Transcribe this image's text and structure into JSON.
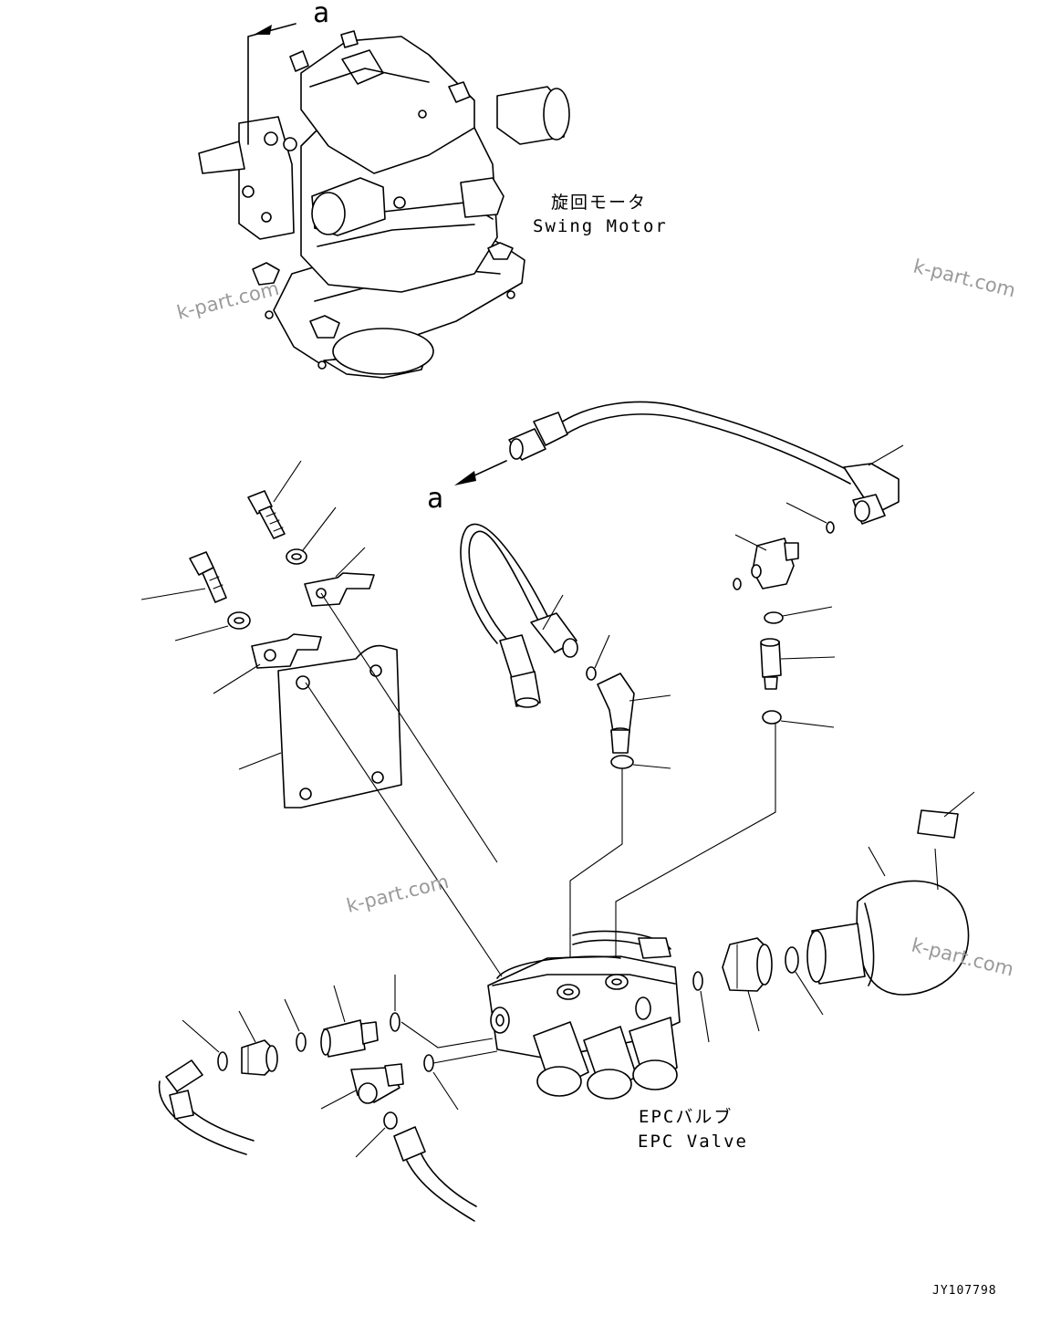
{
  "labels": {
    "swing_motor_jp": "旋回モータ",
    "swing_motor_en": "Swing Motor",
    "epc_valve_jp": "EPCバルブ",
    "epc_valve_en": "EPC Valve",
    "ref_a_top": "a",
    "ref_a_hose": "a",
    "drawing_code": "JY107798"
  },
  "watermarks": [
    "k-part.com",
    "k-part.com",
    "k-part.com",
    "k-part.com"
  ],
  "colors": {
    "line": "#000000",
    "background": "#ffffff",
    "watermark": "#9a9a9a"
  }
}
